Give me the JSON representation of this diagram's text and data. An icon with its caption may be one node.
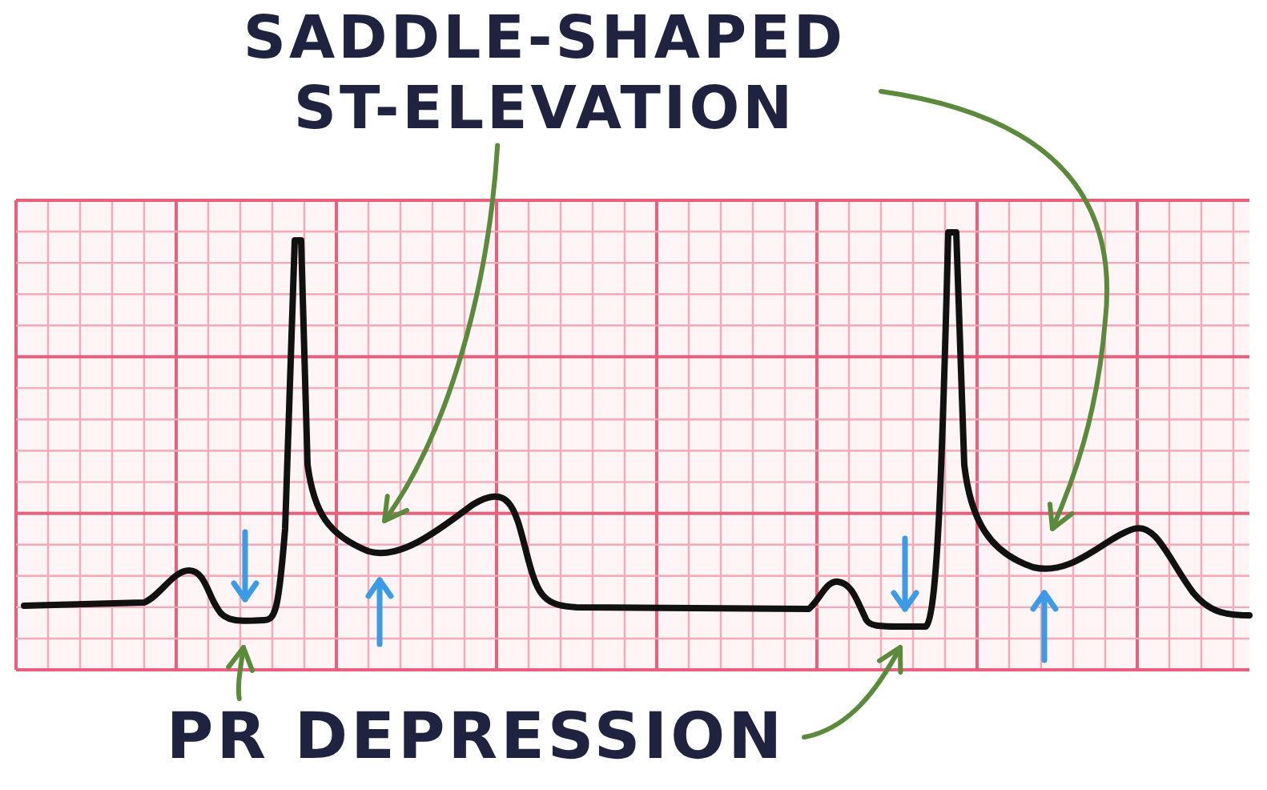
{
  "diagram": {
    "nodes": [
      {
        "text": [
          "SADDLE-SHAPED ST-ELEVATION"
        ]
      },
      {
        "text": [
          "PR DEPRESSION"
        ]
      }
    ],
    "edges": [
      {
        "from": 0,
        "to": null,
        "arrow": "to"
      },
      {
        "from": 0,
        "to": null,
        "arrow": "to"
      },
      {
        "from": 1,
        "to": null,
        "arrow": "to"
      },
      {
        "from": 1,
        "to": null,
        "arrow": "to"
      }
    ]
  }
}
